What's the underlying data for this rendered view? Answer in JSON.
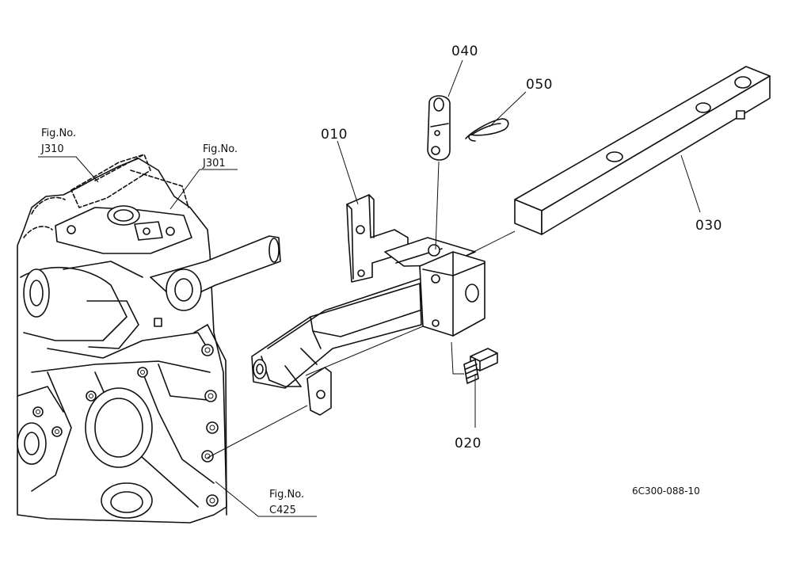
{
  "parts": [
    {
      "id": "part-010",
      "label": "010"
    },
    {
      "id": "part-020",
      "label": "020"
    },
    {
      "id": "part-030",
      "label": "030"
    },
    {
      "id": "part-040",
      "label": "040"
    },
    {
      "id": "part-050",
      "label": "050"
    }
  ],
  "figure_refs": [
    {
      "id": "ref-j310",
      "line1": "Fig.No.",
      "line2": "J310"
    },
    {
      "id": "ref-j301",
      "line1": "Fig.No.",
      "line2": "J301"
    },
    {
      "id": "ref-c425",
      "line1": "Fig.No.",
      "line2": "C425"
    }
  ],
  "drawing_number": "6C300-088-10"
}
